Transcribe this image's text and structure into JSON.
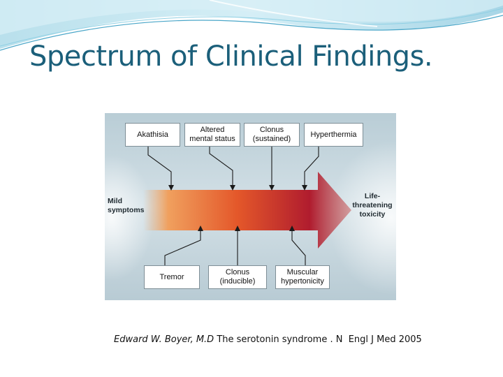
{
  "slide": {
    "title": "Spectrum of Clinical Findings."
  },
  "diagram": {
    "left_label": "Mild\nsymptoms",
    "right_label": "Life-\nthreatening\ntoxicity",
    "top_boxes": [
      "Akathisia",
      "Altered\nmental status",
      "Clonus\n(sustained)",
      "Hyperthermia"
    ],
    "bottom_boxes": [
      "Tremor",
      "Clonus\n(inducible)",
      "Muscular\nhypertonicity"
    ],
    "arrow_colors": {
      "start": "#f0a05e",
      "middle": "#e4582a",
      "end": "#b01c2e"
    },
    "background_color": "#c7d7de"
  },
  "citation": {
    "author": "Edward W. Boyer, M.D",
    "rest": " The serotonin syndrome . N  Engl J Med 2005"
  }
}
